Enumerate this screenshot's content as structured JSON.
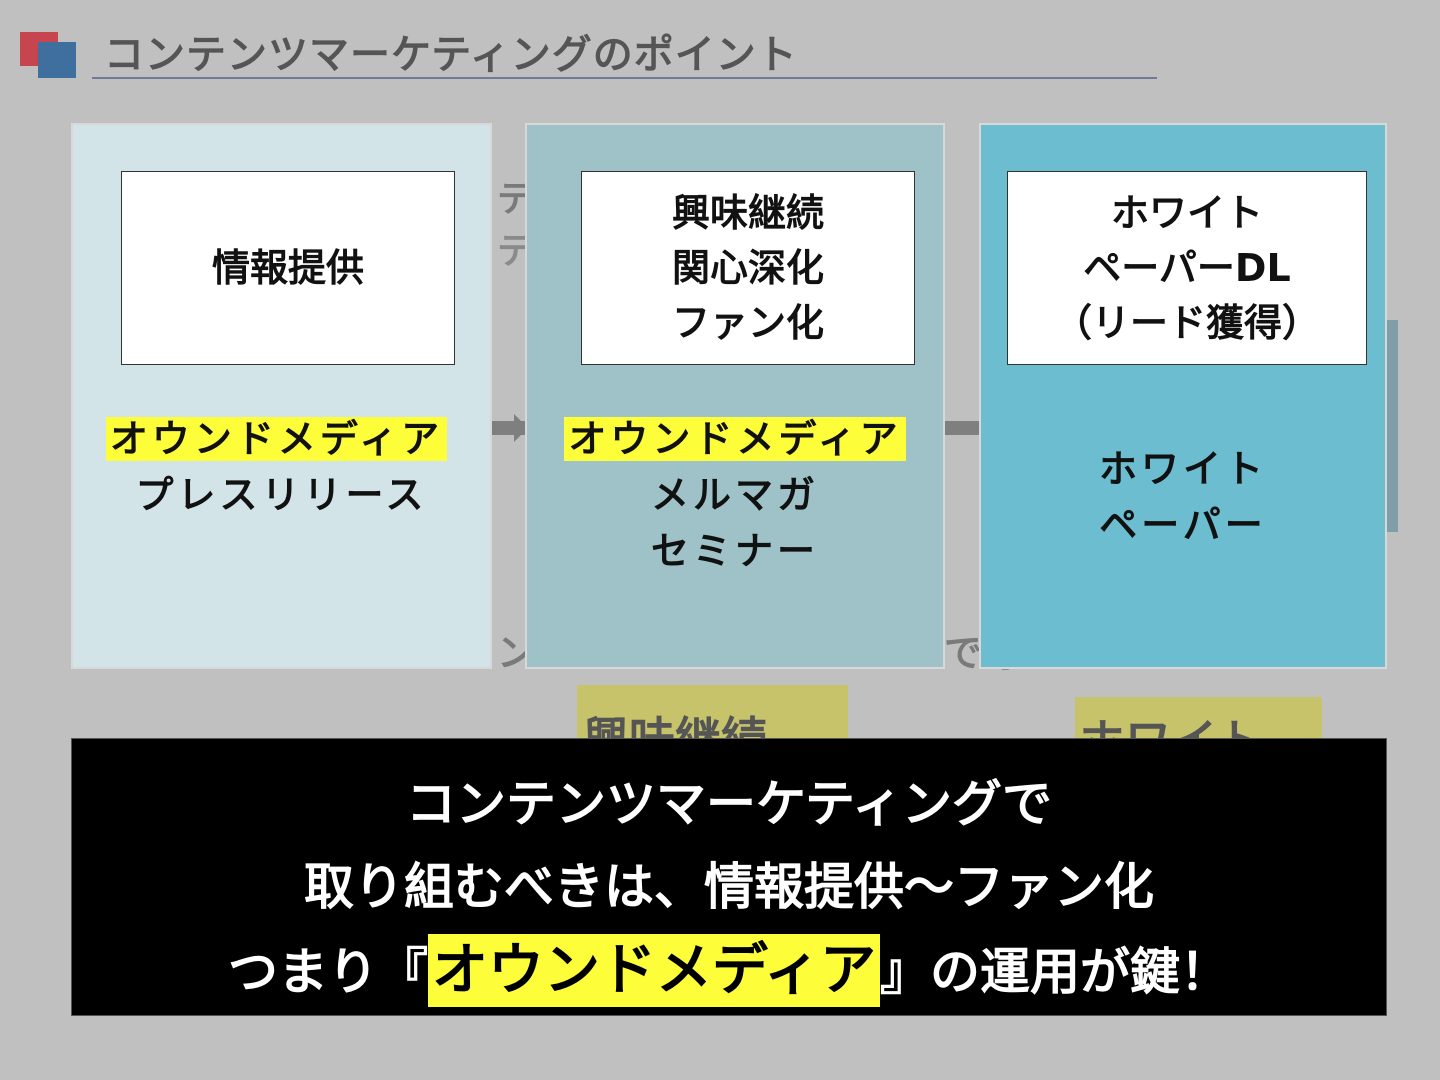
{
  "header": {
    "title": "コンテンツマーケティングのポイント"
  },
  "background_fragments": {
    "te_1": "テ",
    "te_2": "テ",
    "bottom_left": "ン",
    "bottom_right": "で毎",
    "yellow_box_1": "興味継続",
    "yellow_box_2": "ホワイト"
  },
  "columns": [
    {
      "header_lines": [
        "情報提供"
      ],
      "media_highlight": "オウンドメディア",
      "media_lines": [
        "プレスリリース"
      ]
    },
    {
      "header_lines": [
        "興味継続",
        "関心深化",
        "ファン化"
      ],
      "media_highlight": "オウンドメディア",
      "media_lines": [
        "メルマガ",
        "セミナー"
      ]
    },
    {
      "header_lines": [
        "ホワイト",
        "ペーパーDL",
        "（リード獲得）"
      ],
      "media_highlight": "",
      "media_lines": [
        "ホワイト",
        "ペーパー"
      ]
    }
  ],
  "message": {
    "line1": "コンテンツマーケティングで",
    "line2": "取り組むべきは、情報提供～ファン化",
    "line3_prefix": "つまり『",
    "line3_highlight": "オウンドメディア",
    "line3_suffix": "』の運用が鍵！"
  },
  "colors": {
    "background": "#c0c0c0",
    "column_1": "#d3e4e9",
    "column_2": "#9ec2c8",
    "column_3": "#6cbdd0",
    "highlight": "#fdfd3a",
    "logo_red": "#c7454e",
    "logo_blue": "#3f6f9f"
  }
}
